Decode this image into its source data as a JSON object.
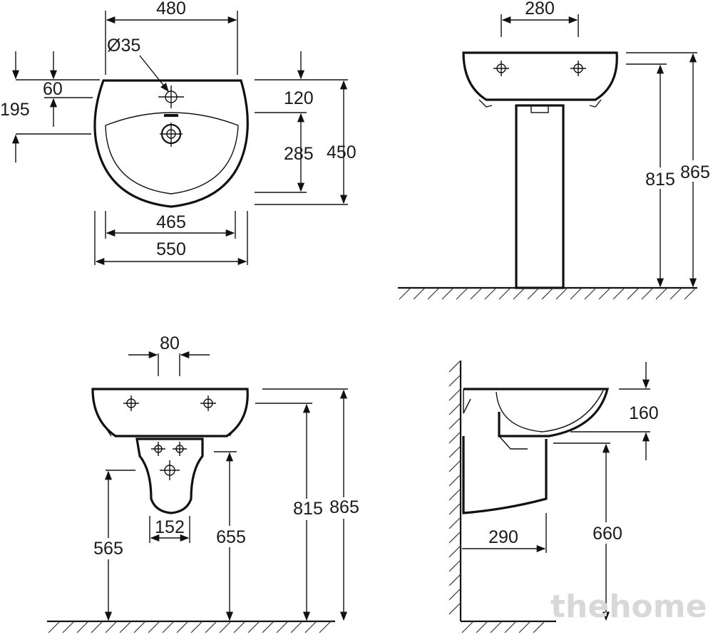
{
  "top_view": {
    "width_480": "480",
    "hole_dia": "Ø35",
    "d60": "60",
    "d195": "195",
    "d120": "120",
    "d285": "285",
    "d450": "450",
    "d465": "465",
    "d550": "550"
  },
  "pedestal_view": {
    "d280": "280",
    "d815": "815",
    "d865": "865"
  },
  "semi_pedestal_front": {
    "d80": "80",
    "d152": "152",
    "d565": "565",
    "d655": "655",
    "d815": "815",
    "d865": "865"
  },
  "semi_pedestal_side": {
    "d160": "160",
    "d290": "290",
    "d660": "660"
  },
  "watermark": "thehome"
}
